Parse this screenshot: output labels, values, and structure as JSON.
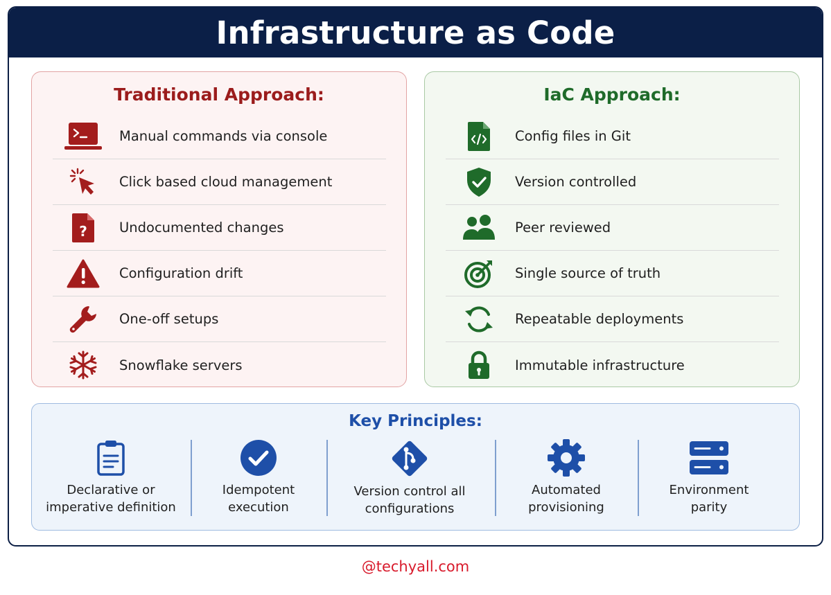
{
  "title": "Infrastructure as Code",
  "traditional": {
    "heading": "Traditional Approach:",
    "accent": "#a31d1d",
    "items": [
      {
        "label": "Manual commands via console",
        "icon": "terminal-laptop-icon"
      },
      {
        "label": "Click based cloud management",
        "icon": "cursor-click-icon"
      },
      {
        "label": "Undocumented changes",
        "icon": "document-question-icon"
      },
      {
        "label": "Configuration drift",
        "icon": "warning-triangle-icon"
      },
      {
        "label": "One-off setups",
        "icon": "wrench-icon"
      },
      {
        "label": "Snowflake servers",
        "icon": "snowflake-icon"
      }
    ]
  },
  "iac": {
    "heading": "IaC Approach:",
    "accent": "#1f6b2a",
    "items": [
      {
        "label": "Config files in Git",
        "icon": "code-file-icon"
      },
      {
        "label": "Version controlled",
        "icon": "shield-check-icon"
      },
      {
        "label": "Peer reviewed",
        "icon": "people-icon"
      },
      {
        "label": "Single source of truth",
        "icon": "target-icon"
      },
      {
        "label": "Repeatable deployments",
        "icon": "refresh-icon"
      },
      {
        "label": "Immutable infrastructure",
        "icon": "padlock-icon"
      }
    ]
  },
  "principles": {
    "heading": "Key Principles:",
    "accent": "#1e4fa8",
    "items": [
      {
        "label": "Declarative or\nimperative definition",
        "icon": "clipboard-icon"
      },
      {
        "label": "Idempotent\nexecution",
        "icon": "check-circle-icon"
      },
      {
        "label": "Version control all\nconfigurations",
        "icon": "git-branch-icon"
      },
      {
        "label": "Automated\nprovisioning",
        "icon": "gear-icon"
      },
      {
        "label": "Environment\nparity",
        "icon": "server-stack-icon"
      }
    ]
  },
  "footer": "@techyall.com"
}
